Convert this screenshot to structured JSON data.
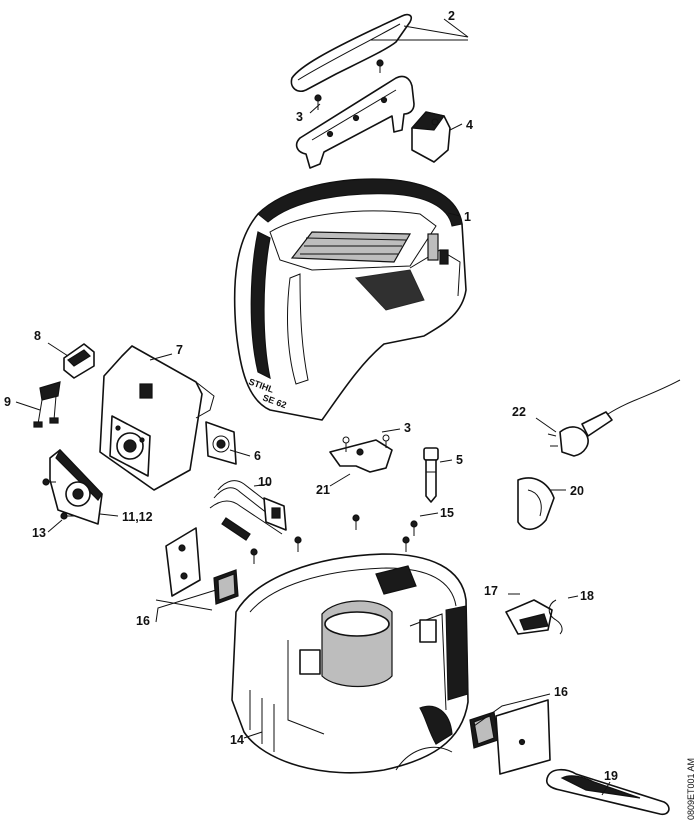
{
  "drawing": {
    "brand_mark": "STIHL",
    "brand_sub": "SE 62",
    "drawing_code": "0809ET001 AM"
  },
  "callouts": {
    "c1": "1",
    "c2": "2",
    "c3a": "3",
    "c3b": "3",
    "c4": "4",
    "c5": "5",
    "c6": "6",
    "c7": "7",
    "c8": "8",
    "c9": "9",
    "c10": "10",
    "c11_12": "11,12",
    "c13": "13",
    "c14": "14",
    "c15": "15",
    "c16a": "16",
    "c16b": "16",
    "c17": "17",
    "c18": "18",
    "c19": "19",
    "c20": "20",
    "c21": "21",
    "c22": "22"
  }
}
